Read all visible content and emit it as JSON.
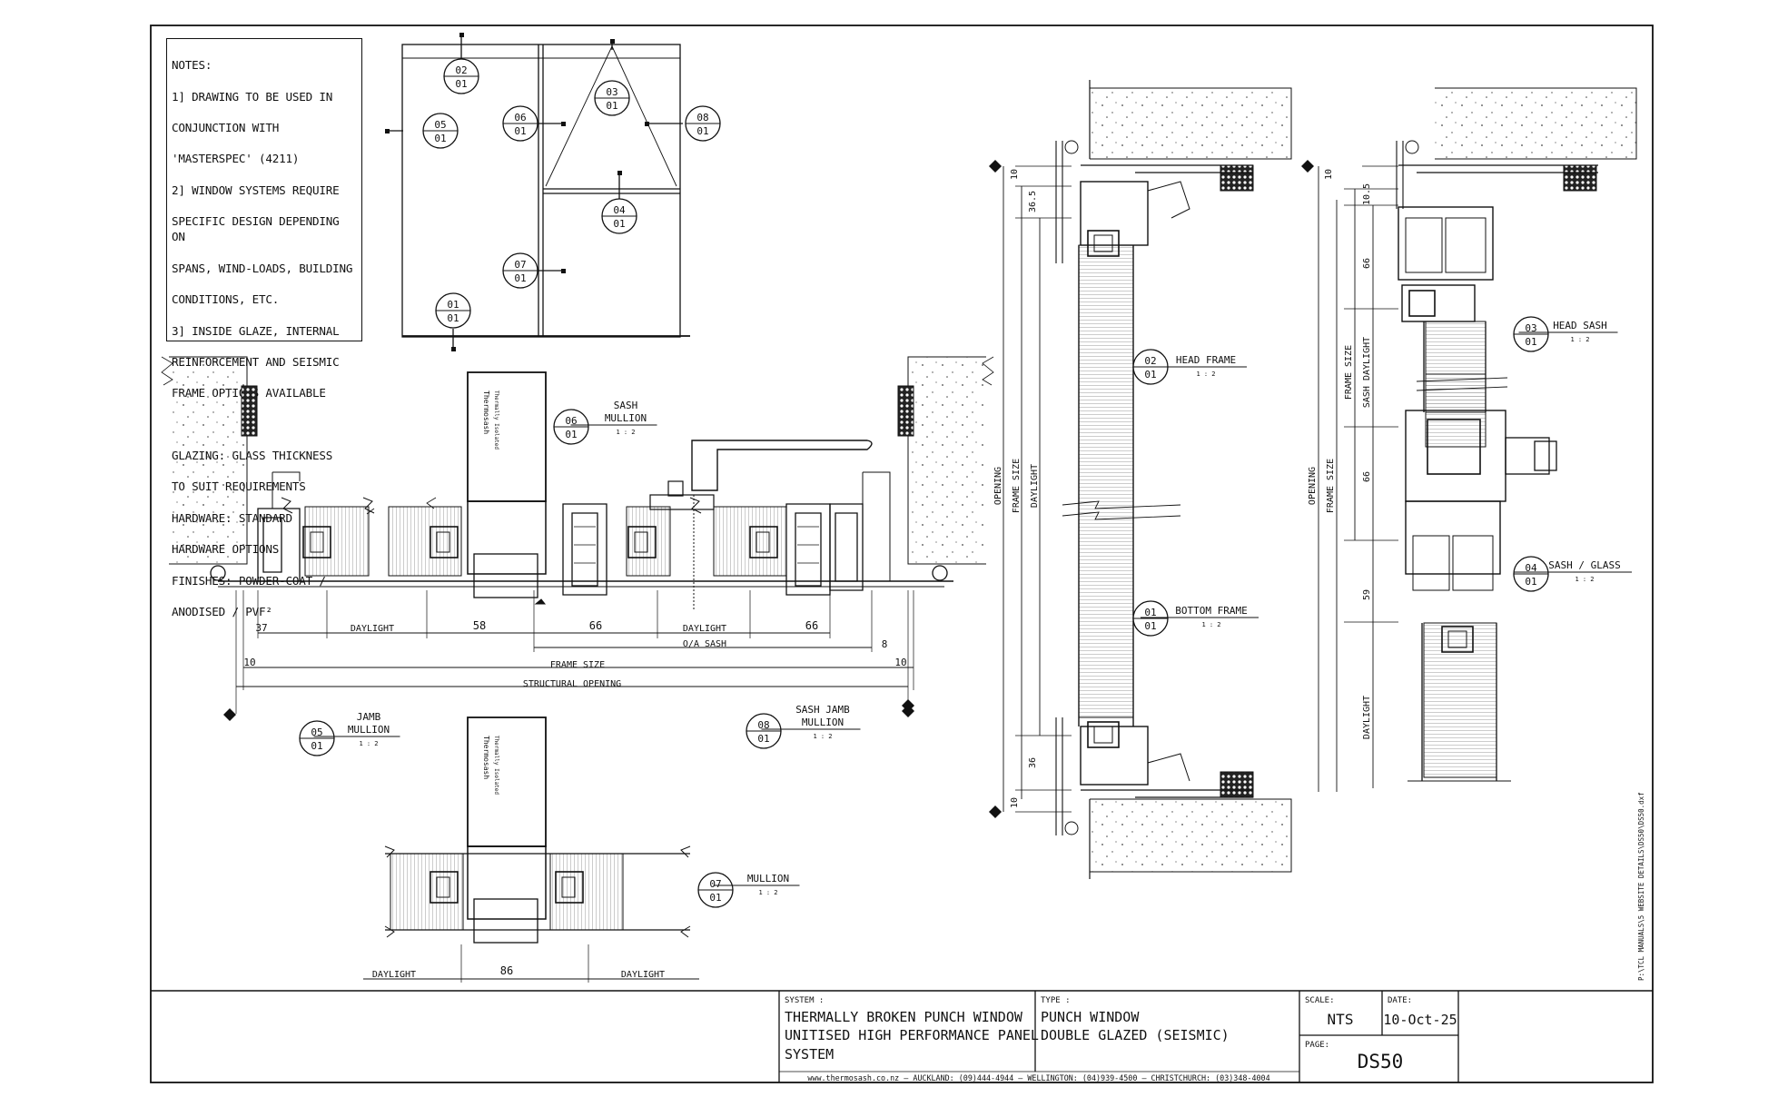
{
  "notes": {
    "heading": "NOTES:",
    "lines": [
      "1] DRAWING TO BE USED IN",
      "CONJUNCTION WITH",
      "'MASTERSPEC' (4211)",
      "2] WINDOW SYSTEMS REQUIRE",
      "SPECIFIC DESIGN DEPENDING ON",
      "SPANS, WIND-LOADS, BUILDING",
      "CONDITIONS, ETC.",
      "3] INSIDE GLAZE, INTERNAL",
      "REINFORCEMENT AND SEISMIC",
      "FRAME OPTIONS AVAILABLE",
      "",
      "GLAZING:    GLASS THICKNESS",
      "TO SUIT REQUIREMENTS",
      "HARDWARE:  STANDARD",
      "HARDWARE OPTIONS",
      "FINISHES:    POWDER-COAT /",
      "ANODISED / PVF²"
    ]
  },
  "elevation_tags": [
    {
      "num": "02",
      "sheet": "01"
    },
    {
      "num": "03",
      "sheet": "01"
    },
    {
      "num": "05",
      "sheet": "01"
    },
    {
      "num": "06",
      "sheet": "01"
    },
    {
      "num": "08",
      "sheet": "01"
    },
    {
      "num": "04",
      "sheet": "01"
    },
    {
      "num": "07",
      "sheet": "01"
    },
    {
      "num": "01",
      "sheet": "01"
    }
  ],
  "details": {
    "sash_mullion": {
      "num": "06",
      "sheet": "01",
      "title1": "SASH",
      "title2": "MULLION",
      "scale": "1 : 2"
    },
    "jamb_mullion": {
      "num": "05",
      "sheet": "01",
      "title1": "JAMB",
      "title2": "MULLION",
      "scale": "1 : 2"
    },
    "sash_jamb_mullion": {
      "num": "08",
      "sheet": "01",
      "title1": "SASH JAMB",
      "title2": "MULLION",
      "scale": "1 : 2"
    },
    "mullion": {
      "num": "07",
      "sheet": "01",
      "title1": "MULLION",
      "scale": "1 : 2"
    },
    "head_frame": {
      "num": "02",
      "sheet": "01",
      "title1": "HEAD FRAME",
      "scale": "1 : 2"
    },
    "bottom_frame": {
      "num": "01",
      "sheet": "01",
      "title1": "BOTTOM FRAME",
      "scale": "1 : 2"
    },
    "head_sash": {
      "num": "03",
      "sheet": "01",
      "title1": "HEAD SASH",
      "scale": "1 : 2"
    },
    "sash_glass": {
      "num": "04",
      "sheet": "01",
      "title1": "SASH / GLASS",
      "scale": "1 : 2"
    }
  },
  "dims_horizontal": {
    "d37": "37",
    "daylight1": "DAYLIGHT",
    "d58": "58",
    "d66a": "66",
    "daylight2": "DAYLIGHT",
    "d66b": "66",
    "oa_sash": "O/A SASH",
    "d8": "8",
    "d10a": "10",
    "frame_size": "FRAME SIZE",
    "d10b": "10",
    "structural_opening": "STRUCTURAL OPENING",
    "m_daylight1": "DAYLIGHT",
    "m86": "86",
    "m_daylight2": "DAYLIGHT"
  },
  "dims_vertical": {
    "frame": {
      "d10a": "10",
      "d36_5": "36.5",
      "opening": "OPENING",
      "frame_size": "FRAME SIZE",
      "daylight": "DAYLIGHT",
      "d36": "36",
      "d10b": "10"
    },
    "sash": {
      "d10": "10",
      "d10_5": "10.5",
      "d66a": "66",
      "frame_size": "FRAME SIZE",
      "sash_daylight": "SASH DAYLIGHT",
      "opening": "OPENING",
      "d66b": "66",
      "d59": "59",
      "daylight": "DAYLIGHT"
    }
  },
  "brand_mark": "Thermosash",
  "thermal_mark": "Thermally Isolated",
  "side_path": "P:\\TCL MANUALS\\5 WEBSITE DETAILS\\DS50\\DS50.dxf",
  "title_block": {
    "system_label": "SYSTEM :",
    "system_lines": [
      "THERMALLY BROKEN PUNCH WINDOW",
      "UNITISED HIGH PERFORMANCE PANEL",
      "SYSTEM"
    ],
    "type_label": "TYPE :",
    "type_lines": [
      "PUNCH WINDOW",
      "DOUBLE GLAZED (SEISMIC)"
    ],
    "scale_label": "SCALE:",
    "scale": "NTS",
    "date_label": "DATE:",
    "date": "10-Oct-25",
    "page_label": "PAGE:",
    "page": "DS50",
    "footer": "www.thermosash.co.nz  –  AUCKLAND: (09)444-4944  –  WELLINGTON: (04)939-4500  –  CHRISTCHURCH: (03)348-4004"
  }
}
